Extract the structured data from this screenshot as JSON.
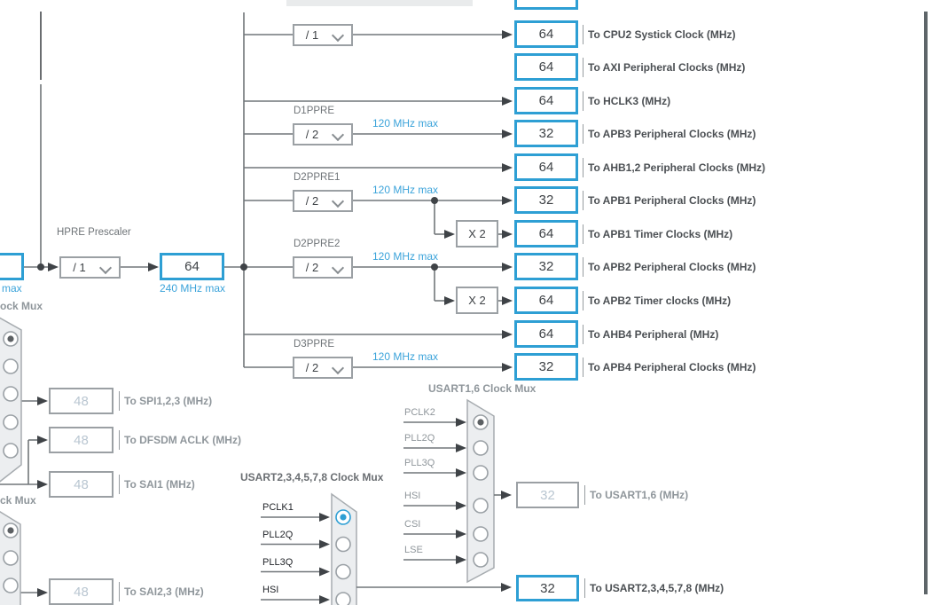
{
  "colors": {
    "accent_blue": "#2E9FD4",
    "limit_text": "#3BA3DA",
    "wire": "#71767A",
    "dark_text": "#3F4347"
  },
  "top_divider": {
    "value": "/ 1"
  },
  "hpre": {
    "title": "HPRE Prescaler",
    "divider_value": "/ 1",
    "freq_value": "64",
    "limit": "240 MHz max"
  },
  "partials": {
    "left_limit": "max",
    "left_mux1_label": "ock Mux",
    "left_mux2_label": "ck Mux"
  },
  "multiplier_label": "X 2",
  "prescalers": [
    {
      "id": "d1ppre",
      "name": "D1PPRE",
      "value": "/ 2",
      "limit": "120 MHz max"
    },
    {
      "id": "d2ppre1",
      "name": "D2PPRE1",
      "value": "/ 2",
      "limit": "120 MHz max"
    },
    {
      "id": "d2ppre2",
      "name": "D2PPRE2",
      "value": "/ 2",
      "limit": "120 MHz max"
    },
    {
      "id": "d3ppre",
      "name": "D3PPRE",
      "value": "/ 2",
      "limit": "120 MHz max"
    }
  ],
  "outputs_right": [
    {
      "id": "cpu2_systick",
      "value": "64",
      "label": "To CPU2 Systick Clock (MHz)"
    },
    {
      "id": "axi",
      "value": "64",
      "label": "To AXI Peripheral Clocks (MHz)"
    },
    {
      "id": "hclk3",
      "value": "64",
      "label": "To HCLK3 (MHz)"
    },
    {
      "id": "apb3",
      "value": "32",
      "label": "To APB3 Peripheral Clocks (MHz)"
    },
    {
      "id": "ahb12",
      "value": "64",
      "label": "To AHB1,2 Peripheral Clocks (MHz)"
    },
    {
      "id": "apb1",
      "value": "32",
      "label": "To APB1 Peripheral Clocks (MHz)"
    },
    {
      "id": "apb1_timer",
      "value": "64",
      "label": "To APB1 Timer Clocks (MHz)"
    },
    {
      "id": "apb2",
      "value": "32",
      "label": "To APB2 Peripheral Clocks (MHz)"
    },
    {
      "id": "apb2_timer",
      "value": "64",
      "label": "To APB2 Timer clocks (MHz)"
    },
    {
      "id": "ahb4",
      "value": "64",
      "label": "To AHB4 Peripheral (MHz)"
    },
    {
      "id": "apb4",
      "value": "32",
      "label": "To APB4 Peripheral Clocks (MHz)"
    }
  ],
  "outputs_left": [
    {
      "id": "spi123",
      "value": "48",
      "label": "To SPI1,2,3 (MHz)"
    },
    {
      "id": "dfsdm_aclk",
      "value": "48",
      "label": "To DFSDM ACLK (MHz)"
    },
    {
      "id": "sai1",
      "value": "48",
      "label": "To SAI1 (MHz)"
    },
    {
      "id": "sai23",
      "value": "48",
      "label": "To SAI2,3 (MHz)"
    }
  ],
  "usart16": {
    "title": "USART1,6 Clock Mux",
    "inputs": [
      "PCLK2",
      "PLL2Q",
      "PLL3Q",
      "HSI",
      "CSI",
      "LSE"
    ],
    "selected_index": 0,
    "value": "32",
    "label": "To USART1,6 (MHz)"
  },
  "usart2": {
    "title": "USART2,3,4,5,7,8 Clock Mux",
    "inputs": [
      "PCLK1",
      "PLL2Q",
      "PLL3Q",
      "HSI"
    ],
    "selected_index": 0,
    "value": "32",
    "label": "To USART2,3,4,5,7,8 (MHz)"
  }
}
